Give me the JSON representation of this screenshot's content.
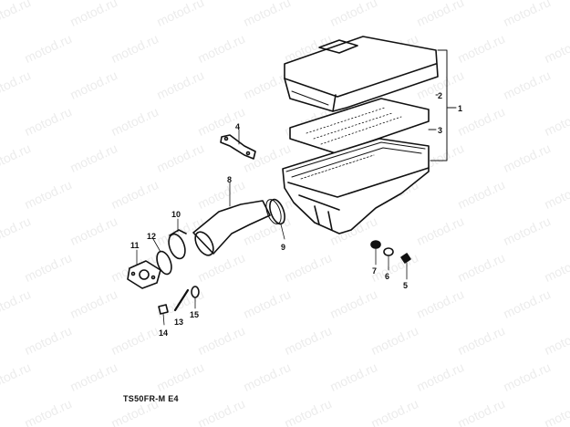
{
  "watermark_text": "motod.ru",
  "caption": "TS50FR-M E4",
  "callouts": {
    "c1": "1",
    "c2": "2",
    "c3": "3",
    "c4": "4",
    "c5": "5",
    "c6": "6",
    "c7": "7",
    "c8": "8",
    "c9": "9",
    "c10": "10",
    "c11": "11",
    "c12": "12",
    "c13": "13",
    "c14": "14",
    "c15": "15"
  }
}
